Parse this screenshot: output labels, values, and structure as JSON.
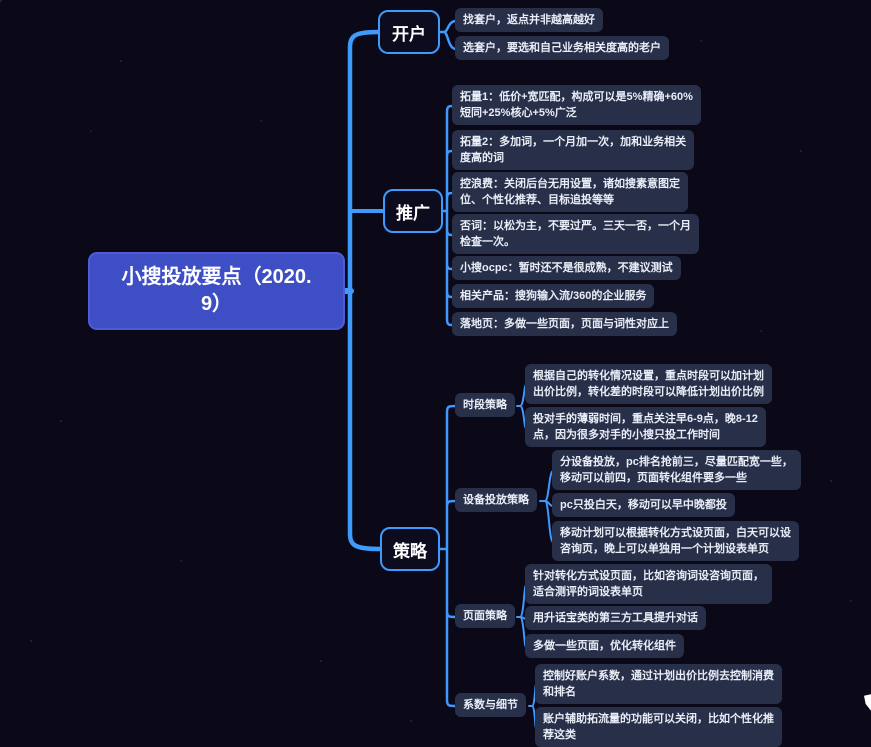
{
  "theme": {
    "background": "#0b0817",
    "accent_line": "#3e9afd",
    "root_fill": "#3e4ec4",
    "root_border": "#4f5cd6",
    "branch_fill": "#0d0b1e",
    "branch_border": "#3e9afd",
    "leaf_fill": "#283049",
    "leaf_text": "#e9edf7"
  },
  "root": {
    "label": "小搜投放要点（2020.\n9）"
  },
  "branches": [
    {
      "label": "开户",
      "children": [
        "找套户，返点并非越高越好",
        "选套户，要选和自己业务相关度高的老户"
      ]
    },
    {
      "label": "推广",
      "children": [
        "拓量1：低价+宽匹配，构成可以是5%精确+60%\n短同+25%核心+5%广泛",
        "拓量2：多加词，一个月加一次，加和业务相关\n度高的词",
        "控浪费：关闭后台无用设置，诸如搜素意图定\n位、个性化推荐、目标追投等等",
        "否词：以松为主，不要过严。三天一否，一个月\n检查一次。",
        "小搜ocpc：暂时还不是很成熟，不建议测试",
        "相关产品：搜狗输入流/360的企业服务",
        "落地页：多做一些页面，页面与词性对应上"
      ]
    },
    {
      "label": "策略",
      "groups": [
        {
          "label": "时段策略",
          "children": [
            "根据自己的转化情况设置，重点时段可以加计划\n出价比例，转化差的时段可以降低计划出价比例",
            "投对手的薄弱时间，重点关注早6-9点，晚8-12\n点，因为很多对手的小搜只投工作时间"
          ]
        },
        {
          "label": "设备投放策略",
          "children": [
            "分设备投放，pc排名抢前三，尽量匹配宽一些，\n移动可以前四，页面转化组件要多一些",
            "pc只投白天，移动可以早中晚都投",
            "移动计划可以根据转化方式设页面，白天可以设\n咨询页，晚上可以单独用一个计划设表单页"
          ]
        },
        {
          "label": "页面策略",
          "children": [
            "针对转化方式设页面，比如咨询词设咨询页面，\n适合测评的词设表单页",
            "用升话宝类的第三方工具提升对话",
            "多做一些页面，优化转化组件"
          ]
        },
        {
          "label": "系数与细节",
          "children": [
            "控制好账户系数，通过计划出价比例去控制消费\n和排名",
            "账户辅助拓流量的功能可以关闭，比如个性化推\n荐这类"
          ]
        }
      ]
    }
  ]
}
